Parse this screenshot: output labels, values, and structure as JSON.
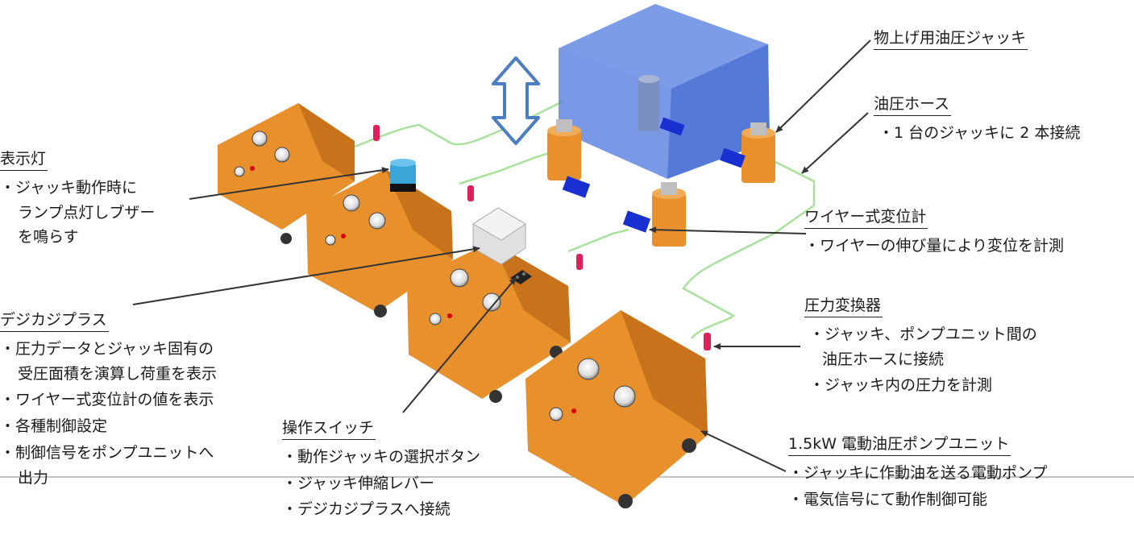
{
  "labels": {
    "jack": {
      "title": "物上げ用油圧ジャッキ",
      "lines": []
    },
    "hose": {
      "title": "油圧ホース",
      "lines": [
        "・1 台のジャッキに 2 本接続"
      ]
    },
    "wire": {
      "title": "ワイヤー式変位計",
      "lines": [
        "・ワイヤーの伸び量により変位を計測"
      ]
    },
    "pressure": {
      "title": "圧力変換器",
      "lines": [
        "・ジャッキ、ポンプユニット間の",
        "油圧ホースに接続",
        "・ジャッキ内の圧力を計測"
      ]
    },
    "pump": {
      "title": "1.5kW 電動油圧ポンプユニット",
      "lines": [
        "・ジャッキに作動油を送る電動ポンプ",
        "・電気信号にて動作制御可能"
      ]
    },
    "lamp": {
      "title": "表示灯",
      "lines": [
        "・ジャッキ動作時に",
        "ランプ点灯しブザー",
        "を鳴らす"
      ]
    },
    "digi": {
      "title": "デジカジプラス",
      "lines": [
        "・圧力データとジャッキ固有の",
        "受圧面積を演算し荷重を表示",
        "・ワイヤー式変位計の値を表示",
        "・各種制御設定",
        "・制御信号をポンプユニットへ",
        "出力"
      ]
    },
    "switch": {
      "title": "操作スイッチ",
      "lines": [
        "・動作ジャッキの選択ボタン",
        "・ジャッキ伸縮レバー",
        "・デジカジプラスへ接続"
      ]
    }
  },
  "colors": {
    "pump_body": "#e8902c",
    "load_box": "#5b82e0",
    "sensor_box": "#1a2fd0",
    "pressure_sensor": "#e0205a",
    "hose": "#a8e29a",
    "arrow_outline": "#4a7ec0",
    "lamp": "#3aa6d8"
  }
}
